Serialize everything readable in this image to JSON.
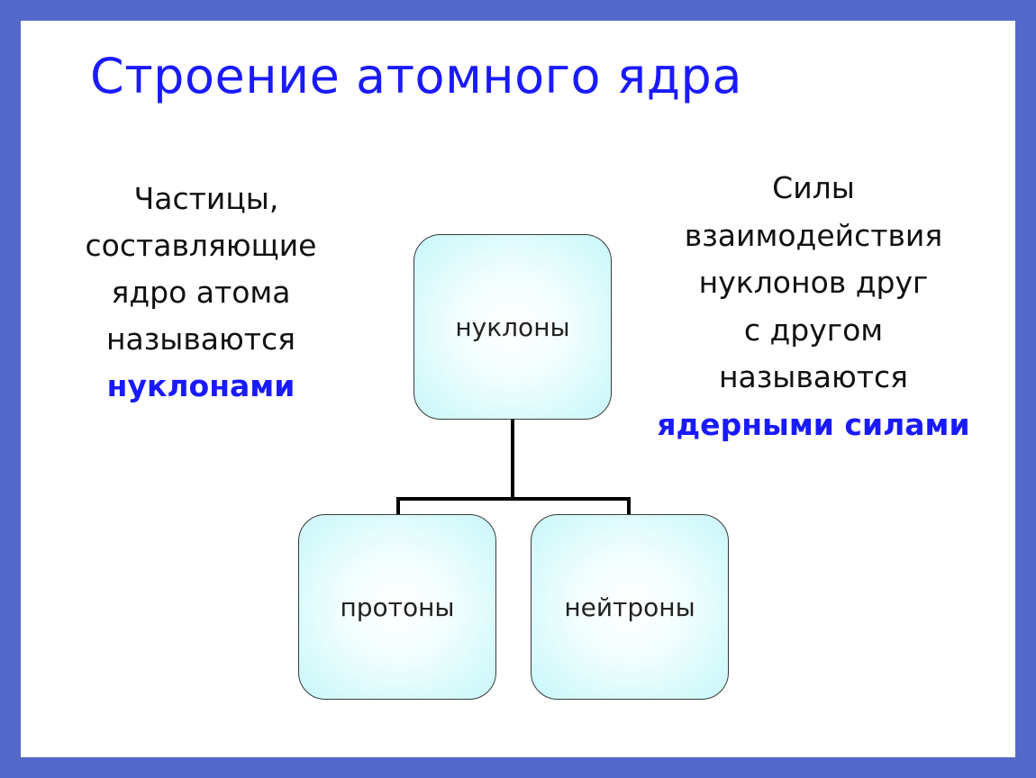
{
  "title": "Строение атомного ядра",
  "left_text": {
    "lines": [
      "Частицы,",
      "составляющие",
      "ядро атома",
      "называются"
    ],
    "emphasis": "нуклонами"
  },
  "right_text": {
    "lines": [
      "Силы",
      "взаимодействия",
      "нуклонов друг",
      "с другом",
      "называются"
    ],
    "emphasis": "ядерными силами"
  },
  "diagram": {
    "root": "нуклоны",
    "children": [
      "протоны",
      "нейтроны"
    ]
  },
  "colors": {
    "frame": "#5468c9",
    "title": "#1a1aff",
    "emphasis": "#1a1aff",
    "node_fill": "#c9f6f8"
  }
}
